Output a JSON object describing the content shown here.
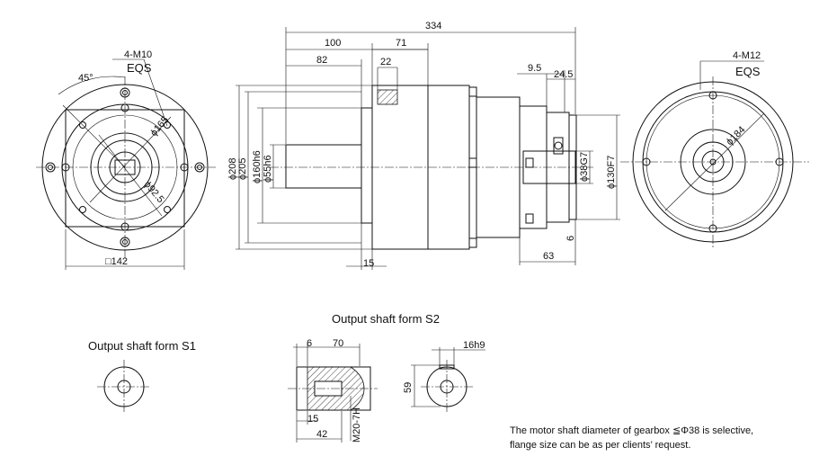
{
  "front_view": {
    "angle": "45°",
    "thread": "4-M10",
    "eqs": "EQS",
    "pcd": "ϕ165",
    "bore": "ϕ92.5",
    "square": "□142"
  },
  "side_view": {
    "dims": {
      "overall": "334",
      "d100": "100",
      "d71": "71",
      "d82": "82",
      "d22": "22",
      "d24_5": "24.5",
      "d9_5": "9.5",
      "d15": "15",
      "d63": "63",
      "d6": "6",
      "dia208": "ϕ208",
      "dia205": "ϕ205",
      "dia160": "ϕ160h6",
      "dia55": "ϕ55h6",
      "dia38": "ϕ38G7",
      "dia130": "ϕ130F7"
    }
  },
  "rear_view": {
    "thread": "4-M12",
    "eqs": "EQS",
    "pcd": "ϕ184"
  },
  "shaft_s1": {
    "title": "Output shaft form S1"
  },
  "shaft_s2": {
    "title": "Output shaft form S2",
    "d6": "6",
    "d70": "70",
    "d15": "15",
    "d42": "42",
    "thread": "M20-7H",
    "key": "16h9",
    "height": "59"
  },
  "note": {
    "line1": "The motor shaft diameter of gearbox ≦Φ38 is selective,",
    "line2": "flange size can be as per clients’ request."
  }
}
